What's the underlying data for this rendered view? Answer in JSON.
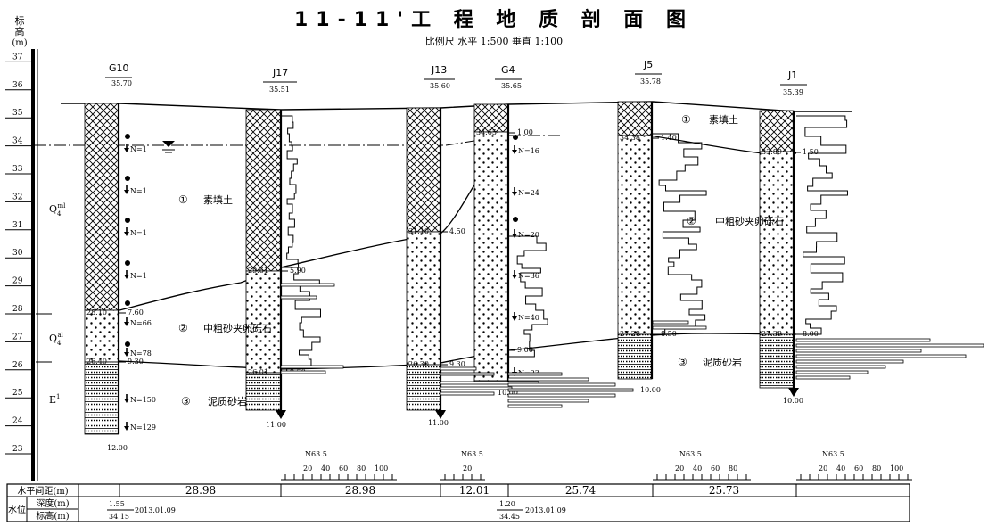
{
  "title": "11-11'工 程 地 质 剖 面 图",
  "scale_note": "比例尺  水平  1:500    垂直 1:100",
  "axis": {
    "label_chars": [
      "标",
      "高",
      "(m)"
    ],
    "ticks": [
      "37",
      "36",
      "35",
      "34",
      "33",
      "32",
      "31",
      "30",
      "29",
      "28",
      "27",
      "26",
      "25",
      "24",
      "23"
    ]
  },
  "strata": [
    {
      "code": "Q4ml",
      "base": "Q",
      "sup": "ml",
      "sub": "4",
      "circle": "①",
      "name": "素填土"
    },
    {
      "code": "Q4al",
      "base": "Q",
      "sup": "al",
      "sub": "4",
      "circle": "②",
      "name": "中粗砂夹卵砾石"
    },
    {
      "code": "E1",
      "base": "E",
      "sup": "1",
      "sub": "",
      "circle": "③",
      "name": "泥质砂岩"
    }
  ],
  "boreholes": [
    {
      "id": "G10",
      "elevation": "35.70",
      "depth": "12.00",
      "layers": [
        {
          "type": "fill",
          "bottom": "28.10",
          "depth": "7.60"
        },
        {
          "type": "sand",
          "bottom": "26.40",
          "depth": "9.30"
        },
        {
          "type": "rock"
        }
      ],
      "spt": [
        "N=1",
        "N=1",
        "N=1",
        "N=1",
        "N=66",
        "N=78",
        "N=150",
        "N=129"
      ]
    },
    {
      "id": "J17",
      "elevation": "35.51",
      "depth": "11.00",
      "layers": [
        {
          "type": "fill",
          "bottom": "29.61",
          "depth": "5.90"
        },
        {
          "type": "sand",
          "bottom": "26.01",
          "depth": "9.50"
        },
        {
          "type": "rock"
        }
      ]
    },
    {
      "id": "J13",
      "elevation": "35.60",
      "depth": "11.00",
      "layers": [
        {
          "type": "fill",
          "bottom": "31.10",
          "depth": "4.50"
        },
        {
          "type": "sand",
          "bottom": "26.30",
          "depth": "9.30"
        },
        {
          "type": "rock"
        }
      ]
    },
    {
      "id": "G4",
      "elevation": "35.65",
      "depth": "10.00",
      "layers": [
        {
          "type": "fill",
          "bottom": "34.65",
          "depth": "1.00"
        },
        {
          "type": "sand",
          "bottom": "",
          "depth": "9.00"
        },
        {
          "type": "rock"
        }
      ],
      "spt": [
        "N=16",
        "N=24",
        "N=20",
        "N=36",
        "N=40",
        "N=23"
      ]
    },
    {
      "id": "J5",
      "elevation": "35.78",
      "depth": "10.00",
      "layers": [
        {
          "type": "fill",
          "bottom": "34.38",
          "depth": "1.40"
        },
        {
          "type": "sand",
          "bottom": "27.28",
          "depth": "8.50"
        },
        {
          "type": "rock"
        }
      ]
    },
    {
      "id": "J1",
      "elevation": "35.39",
      "depth": "10.00",
      "layers": [
        {
          "type": "fill",
          "bottom": "33.89",
          "depth": "1.50"
        },
        {
          "type": "sand",
          "bottom": "27.39",
          "depth": "8.00"
        },
        {
          "type": "rock"
        }
      ]
    }
  ],
  "n635_scales": [
    {
      "title": "N63.5",
      "ticks": [
        "20",
        "40",
        "60",
        "80",
        "100"
      ]
    },
    {
      "title": "N63.5",
      "ticks": [
        "20"
      ]
    },
    {
      "title": "N63.5",
      "ticks": [
        "20",
        "40",
        "60",
        "80"
      ]
    },
    {
      "title": "N63.5",
      "ticks": [
        "20",
        "40",
        "60",
        "80",
        "100"
      ]
    }
  ],
  "table": {
    "spacing_label": "水平间距(m)",
    "spacings": [
      "28.98",
      "28.98",
      "12.01",
      "25.74",
      "25.73"
    ],
    "water_label": "水位",
    "depth_label": "深度(m)",
    "elev_label": "标高(m)",
    "water_levels": [
      {
        "depth": "1.55",
        "elev": "34.15",
        "date": "2013.01.09"
      },
      {
        "depth": "1.20",
        "elev": "34.45",
        "date": "2013.01.09"
      }
    ]
  }
}
